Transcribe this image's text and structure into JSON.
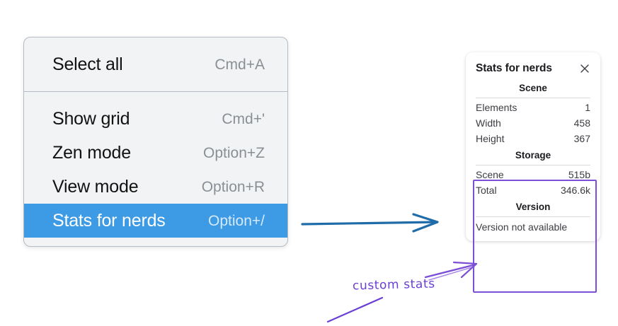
{
  "context_menu": {
    "groups": [
      {
        "items": [
          {
            "label": "Select all",
            "shortcut": "Cmd+A",
            "selected": false
          }
        ]
      },
      {
        "items": [
          {
            "label": "Show grid",
            "shortcut": "Cmd+'",
            "selected": false
          },
          {
            "label": "Zen mode",
            "shortcut": "Option+Z",
            "selected": false
          },
          {
            "label": "View mode",
            "shortcut": "Option+R",
            "selected": false
          },
          {
            "label": "Stats for nerds",
            "shortcut": "Option+/",
            "selected": true
          }
        ]
      }
    ],
    "selected_background": "#3d9ae5"
  },
  "stats_panel": {
    "title": "Stats for nerds",
    "close_icon": "close-icon",
    "sections": [
      {
        "heading": "Scene",
        "rows": [
          {
            "key": "Elements",
            "value": "1"
          },
          {
            "key": "Width",
            "value": "458"
          },
          {
            "key": "Height",
            "value": "367"
          }
        ]
      },
      {
        "heading": "Storage",
        "rows": [
          {
            "key": "Scene",
            "value": "515b"
          },
          {
            "key": "Total",
            "value": "346.6k"
          }
        ]
      },
      {
        "heading": "Version",
        "free_text": "Version not available"
      }
    ]
  },
  "annotations": {
    "blue_arrow": {
      "color": "#1f6ca8",
      "name": "blue-arrow"
    },
    "purple_arrow": {
      "color": "#7b4fd6",
      "name": "purple-arrow"
    },
    "callout_text": "custom stats",
    "highlight_color": "#7b4fd6"
  }
}
